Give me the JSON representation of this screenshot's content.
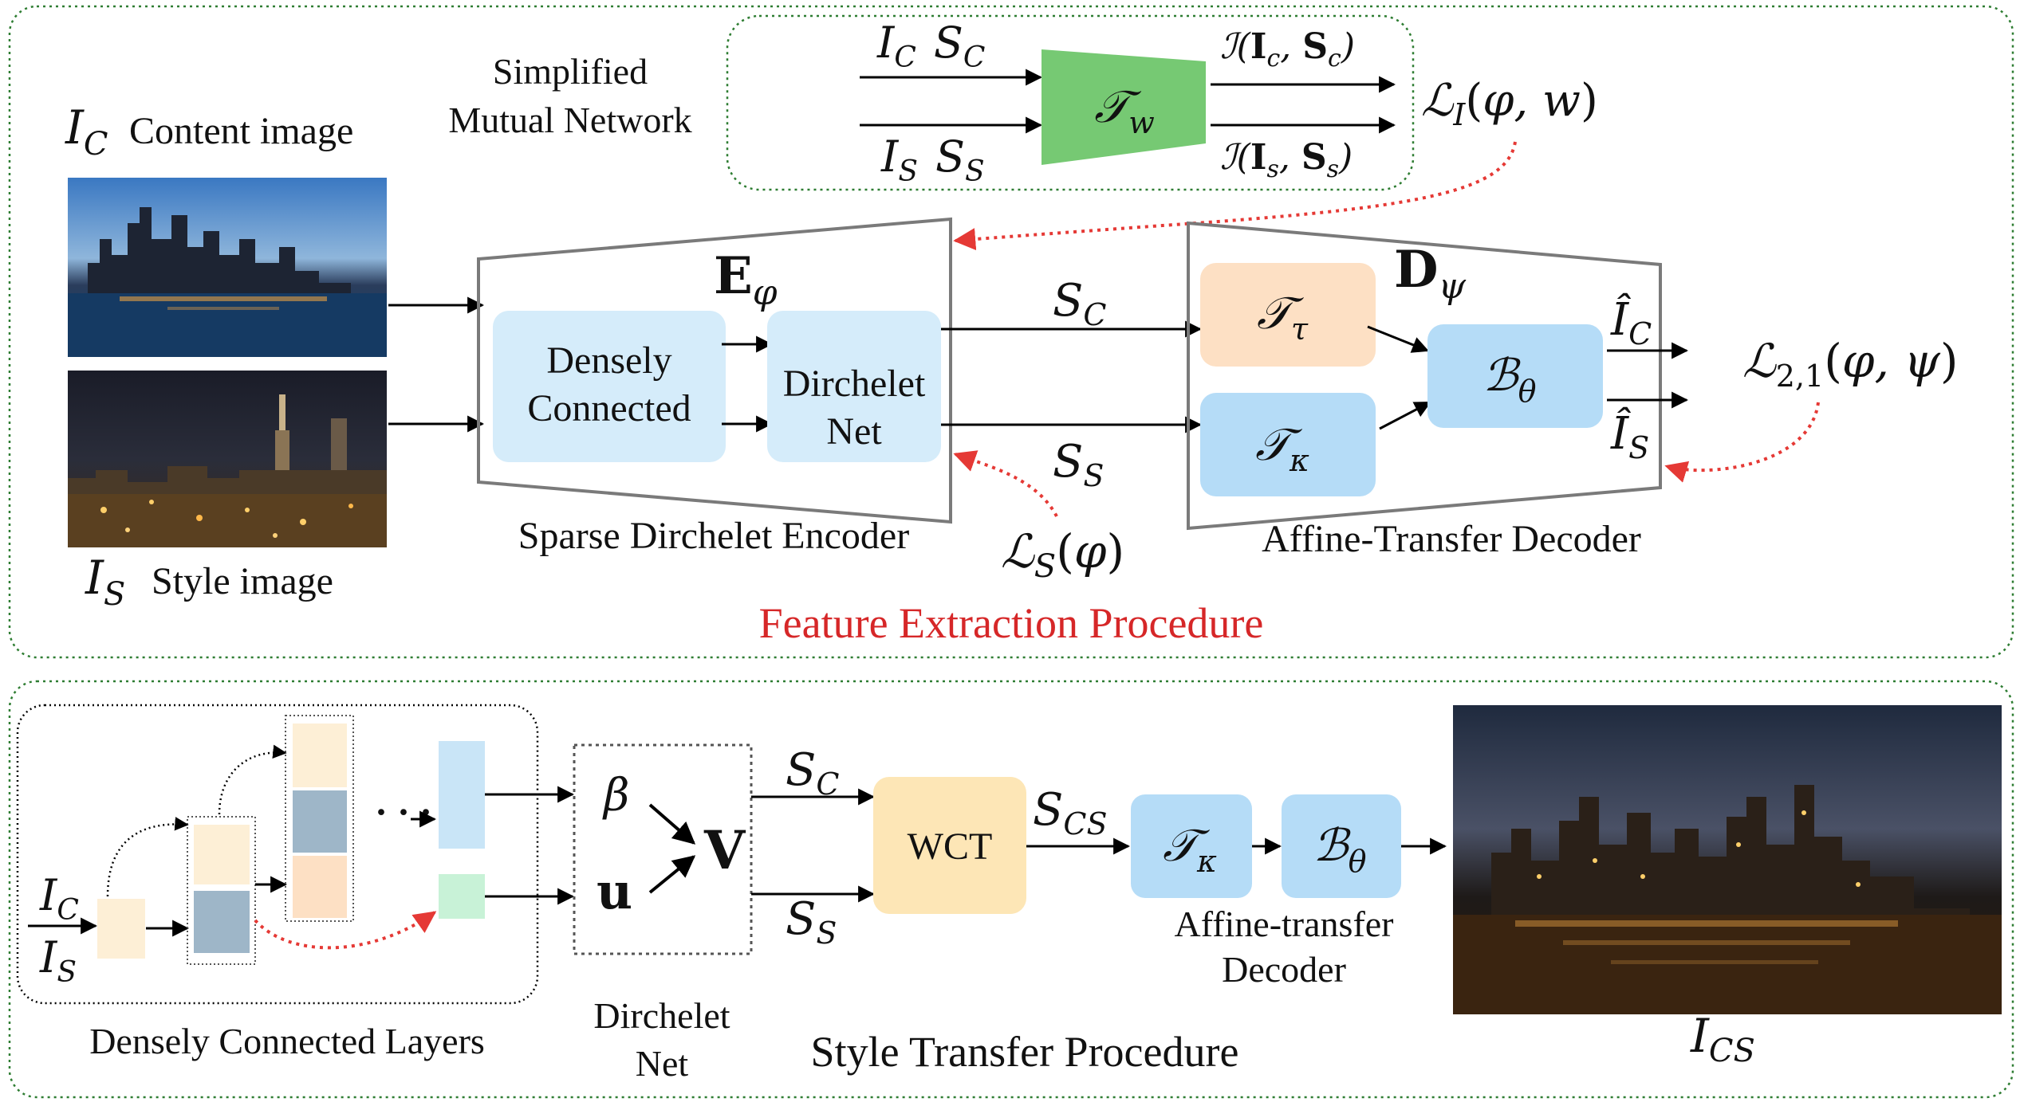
{
  "colors": {
    "frame_green": "#2e7d32",
    "red_arrow": "#e53935",
    "red_title": "#d32f2f",
    "light_blue": "#d5ecfa",
    "mid_blue": "#b5dcf7",
    "orange": "#fde0c4",
    "green_block": "#76c973",
    "wct_yellow": "#fde6b6",
    "gray_trapezoid": "#7a7a7a"
  },
  "top_panel": {
    "title": "Feature Extraction Procedure",
    "content_label": "I_C Content image",
    "content_label_sym": "I",
    "content_label_sub": "C",
    "content_label_text": "Content image",
    "style_label_sym": "I",
    "style_label_sub": "S",
    "style_label_text": "Style image",
    "mutual": {
      "title_line1": "Simplified",
      "title_line2": "Mutual Network",
      "in_top": "I_C  S_C",
      "in_bottom": "I_S  S_S",
      "block": "T_w",
      "out_top": "I(I_c, S_c)",
      "out_bottom": "I(I_s, S_s)",
      "loss": "L_I(φ, w)"
    },
    "encoder": {
      "name": "E_φ",
      "caption": "Sparse Dirchelet Encoder",
      "dense_line1": "Densely",
      "dense_line2": "Connected",
      "dir_line1": "Dirchelet",
      "dir_line2": "Net",
      "loss": "L_S(φ)"
    },
    "sc_label": "S_C",
    "ss_label": "S_S",
    "decoder": {
      "name": "D_ψ",
      "caption": "Affine-Transfer Decoder",
      "t_tau": "T_τ",
      "t_kappa": "T_κ",
      "b_theta": "B_θ",
      "out_c": "Î_C",
      "out_s": "Î_S",
      "loss": "L_2,1(φ, ψ)"
    }
  },
  "bottom_panel": {
    "title": "Style Transfer Procedure",
    "dense_caption": "Densely Connected Layers",
    "input_c": "I_C",
    "input_s": "I_S",
    "dirchelet_line1": "Dirchelet",
    "dirchelet_line2": "Net",
    "beta": "β",
    "u": "u",
    "v": "V",
    "sc": "S_C",
    "ss": "S_S",
    "wct": "WCT",
    "scs": "S_CS",
    "t_kappa": "T_κ",
    "b_theta": "B_θ",
    "decoder_line1": "Affine-transfer",
    "decoder_line2": "Decoder",
    "output": "I_CS"
  }
}
